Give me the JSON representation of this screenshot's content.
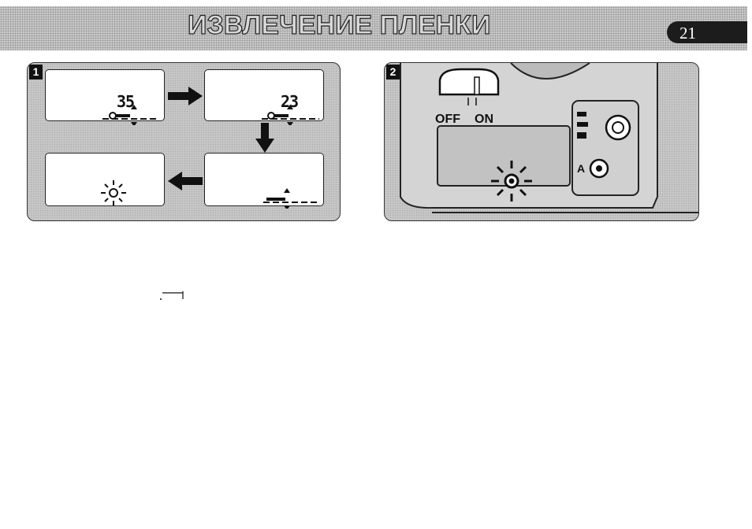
{
  "header": {
    "title": "ИЗВЛЕЧЕНИЕ ПЛЕНКИ",
    "page_number": "21"
  },
  "panel1": {
    "number": "1",
    "lcd_top_left": "35",
    "lcd_top_right": "23"
  },
  "panel2": {
    "number": "2",
    "switch_off": "OFF",
    "switch_on": "ON",
    "flash_mode": "A"
  },
  "colors": {
    "panel_bg": "#c6c6c6",
    "header_bg": "#c8c8c8",
    "badge_bg": "#1c1c1c"
  }
}
